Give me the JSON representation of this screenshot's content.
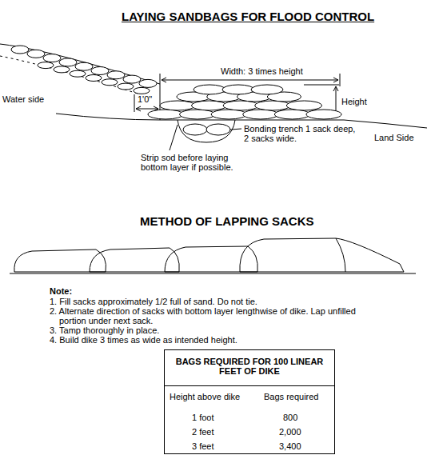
{
  "diagram": {
    "title": "LAYING SANDBAGS FOR FLOOD CONTROL",
    "nodes": [
      {
        "text": [
          "BAGS REQUIRED FOR 100 LINEAR FEET OF DIKE",
          "Height above dike",
          "Bags required",
          "1 foot",
          "800",
          "2 feet",
          "2,000",
          "3 feet",
          "3,400"
        ]
      }
    ],
    "labels": [
      "Width: 3 times height",
      "Water side",
      "1'0\"",
      "Height",
      "Land Side",
      "Bonding trench 1 sack deep, 2 sacks wide.",
      "Strip sod before laying bottom layer if possible.",
      "METHOD OF LAPPING SACKS",
      "Note:",
      "1.  Fill sacks approximately 1/2 full of sand.  Do not tie.",
      "2.  Alternate direction of sacks with bottom layer lengthwise of dike. Lap unfilled portion under next sack.",
      "3.  Tamp thoroughly in place.",
      "4.  Build dike 3 times as wide as intended height."
    ]
  }
}
